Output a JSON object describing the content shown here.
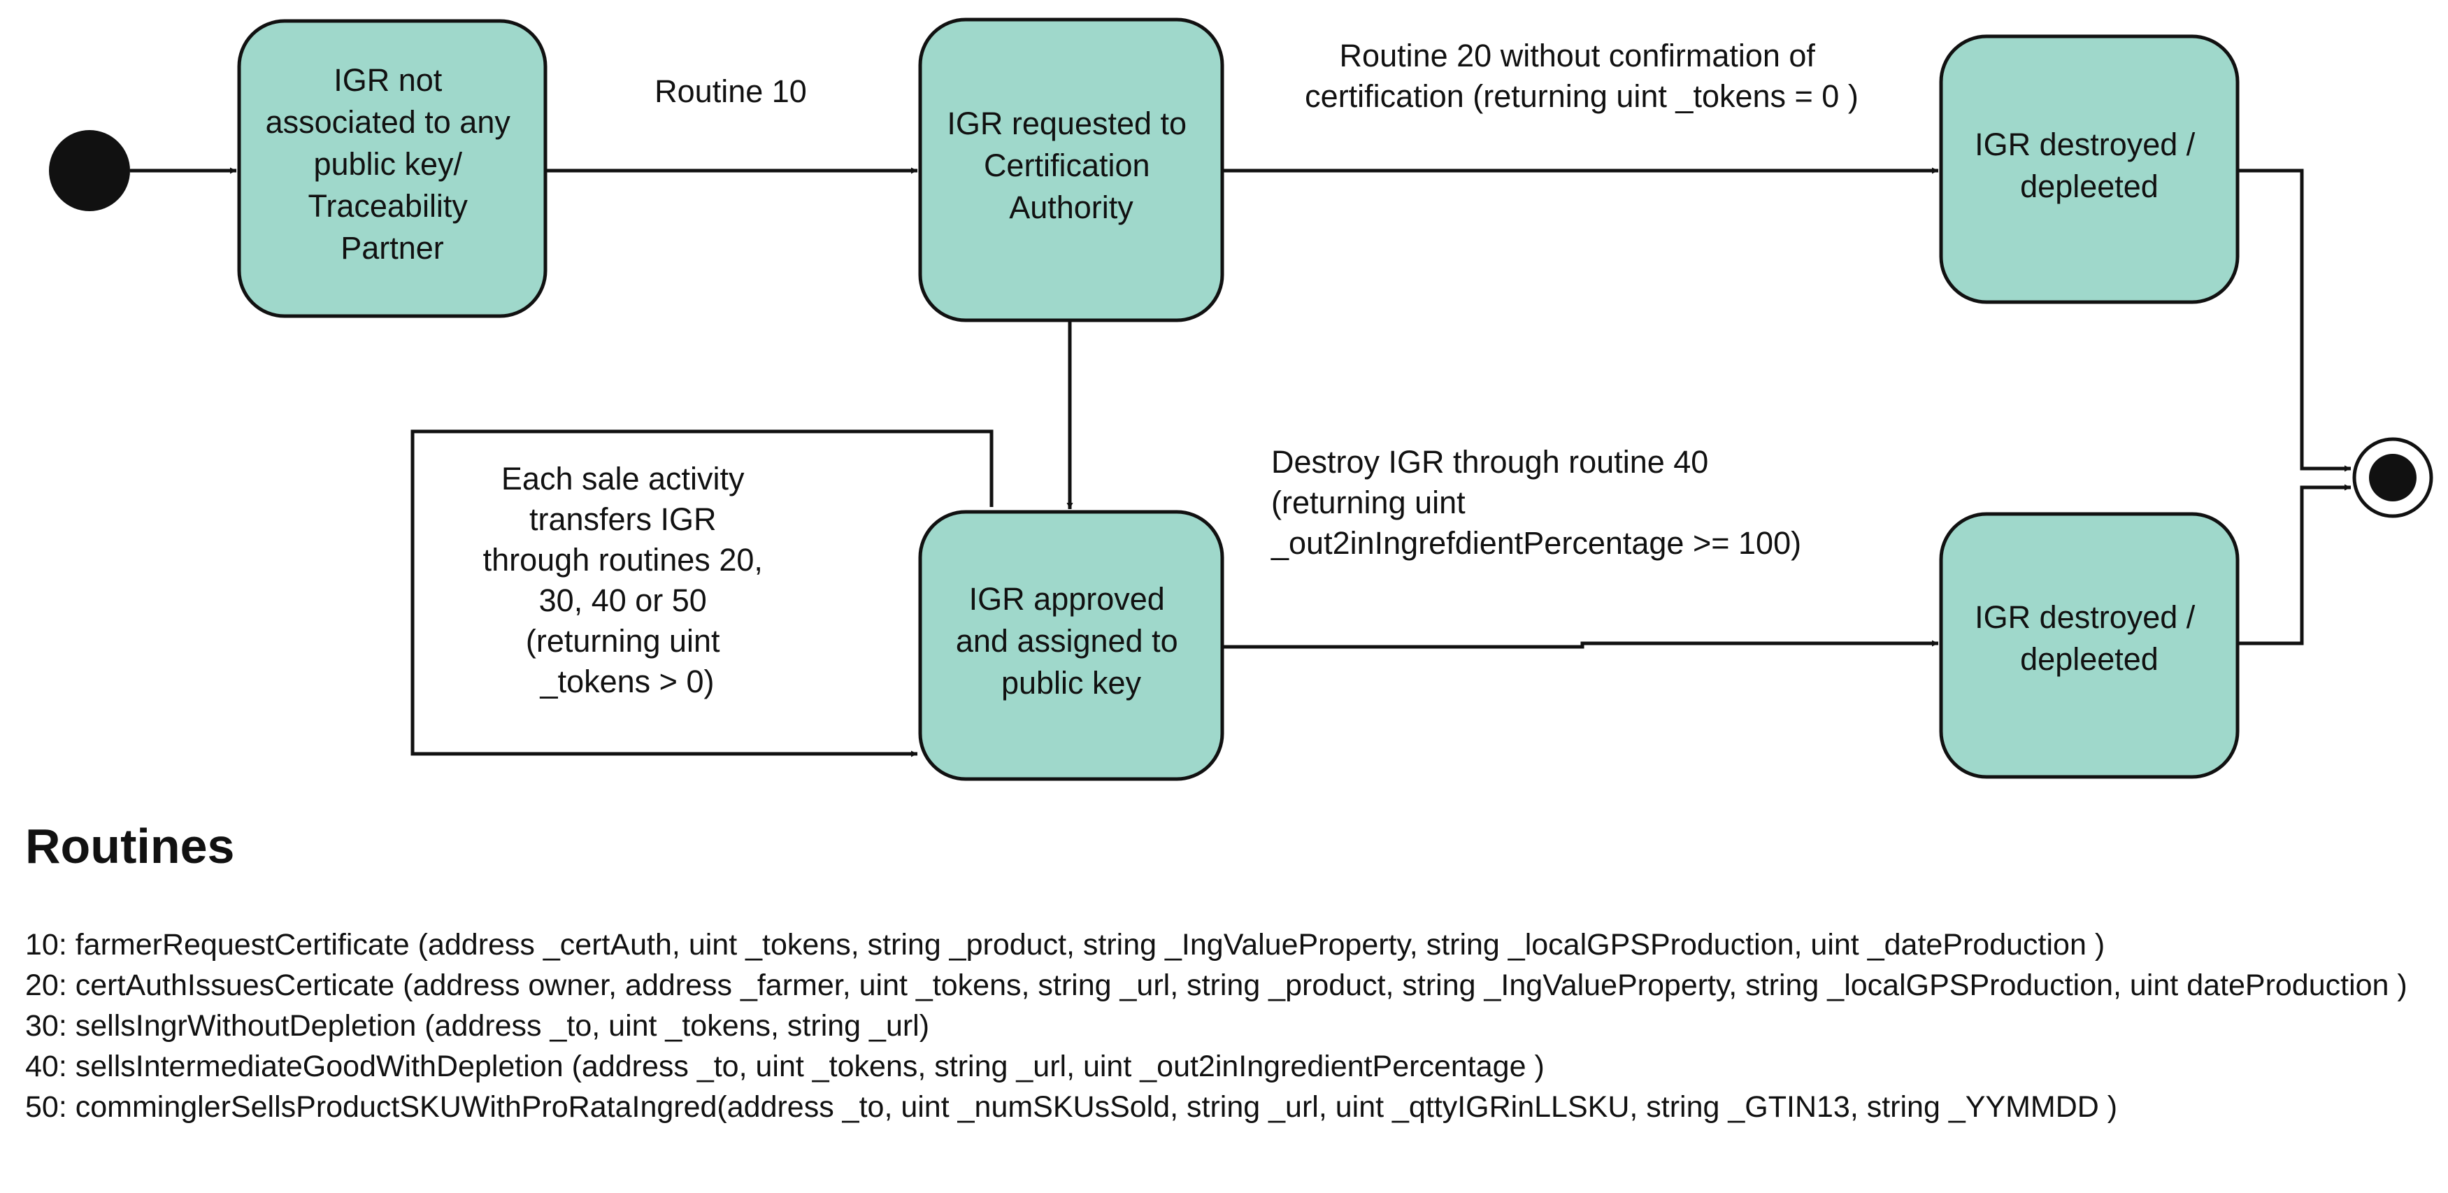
{
  "diagram": {
    "states": {
      "s1": [
        "IGR not",
        "associated to any",
        "public key/",
        "Traceability",
        "Partner"
      ],
      "s2": [
        "IGR requested to",
        "Certification",
        "Authority"
      ],
      "s3": [
        "IGR approved",
        "and assigned to",
        "public key"
      ],
      "s4": [
        "IGR destroyed /",
        "depleeted"
      ],
      "s5": [
        "IGR destroyed /",
        "depleeted"
      ]
    },
    "transitions": {
      "t1": [
        "Routine 10"
      ],
      "t2": [
        "Routine 20 without  confirmation of",
        "certification (returning uint _tokens = 0 )"
      ],
      "t3": [
        "Destroy IGR through  routine 40",
        "(returning uint",
        "_out2inIngrefdientPercentage >= 100)"
      ],
      "t4": [
        "Each sale activity",
        "transfers IGR",
        "through routines 20,",
        "30, 40 or 50",
        "(returning uint",
        "_tokens > 0)"
      ]
    }
  },
  "routines": {
    "title": "Routines",
    "items": [
      "10: farmerRequestCertificate (address _certAuth, uint _tokens, string _product, string _IngValueProperty, string _localGPSProduction, uint _dateProduction )",
      "20: certAuthIssuesCerticate (address owner, address _farmer, uint _tokens, string _url, string _product, string _IngValueProperty, string _localGPSProduction, uint dateProduction )",
      "30: sellsIngrWithoutDepletion (address _to, uint _tokens, string _url)",
      "40: sellsIntermediateGoodWithDepletion (address _to, uint _tokens, string _url, uint _out2inIngredientPercentage )",
      "50: comminglerSellsProductSKUWithProRataIngred(address _to, uint _numSKUsSold, string _url, uint _qttyIGRinLLSKU, string _GTIN13, string _YYMMDD )"
    ]
  }
}
